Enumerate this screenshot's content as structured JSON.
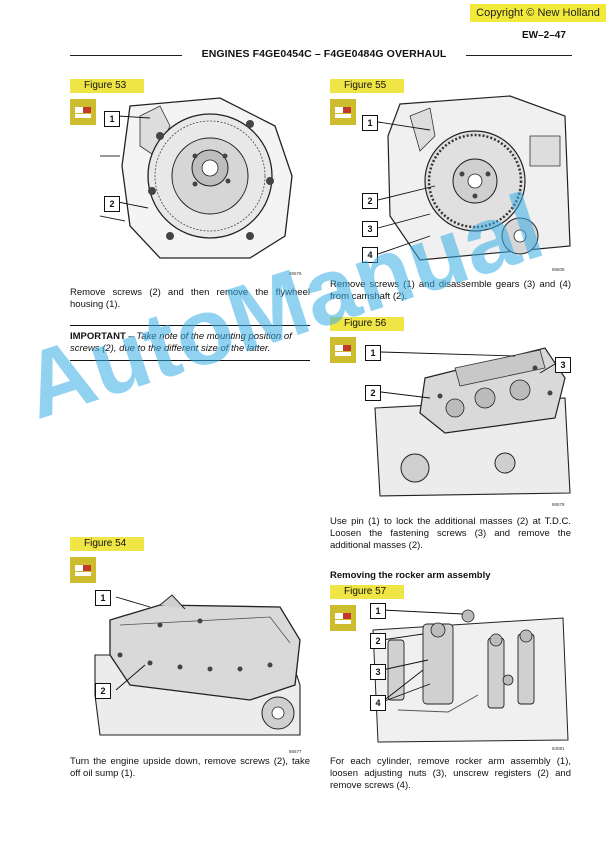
{
  "page": {
    "copyright": "Copyright © New Holland",
    "page_number": "EW–2–47",
    "header_title": "ENGINES F4GE0454C – F4GE0484G OVERHAUL",
    "watermark": "AutoManual"
  },
  "figures": [
    {
      "label": "Figure 53",
      "code": "86576",
      "callouts": [
        "1",
        "2"
      ],
      "caption": "Remove screws (2) and then remove the flywheel housing (1)."
    },
    {
      "label": "Figure 54",
      "code": "86577",
      "callouts": [
        "1",
        "2"
      ],
      "caption": "Turn the engine upside down, remove screws (2), take off oil sump (1)."
    },
    {
      "label": "Figure 55",
      "code": "86608",
      "callouts": [
        "1",
        "2",
        "3",
        "4"
      ],
      "caption": "Remove screws (1) and disassemble gears (3) and (4) from camshaft (2)."
    },
    {
      "label": "Figure 56",
      "code": "86578",
      "callouts": [
        "1",
        "2",
        "3"
      ],
      "caption": "Use pin (1) to lock the additional masses (2) at T.D.C. Loosen the fastening screws (3) and remove the additional masses (2)."
    },
    {
      "label": "Figure 57",
      "code": "84081",
      "callouts": [
        "1",
        "2",
        "3",
        "4"
      ],
      "caption": "For each cylinder, remove rocker arm assembly (1), loosen adjusting nuts (3), unscrew registers (2) and remove screws (4)."
    }
  ],
  "important": {
    "label": "IMPORTANT",
    "text": " – Take note of the mounting position of screws (2), due to the different size of the latter."
  },
  "section": {
    "heading": "Removing the rocker arm assembly"
  },
  "icons": {
    "figure_badge": "tool-procedure-icon"
  },
  "colors": {
    "figure_label_bg": "#efe545",
    "icon_bg": "#cdbd2e",
    "copyright_bg": "#f2ea3a",
    "watermark": "#3aaee6"
  }
}
